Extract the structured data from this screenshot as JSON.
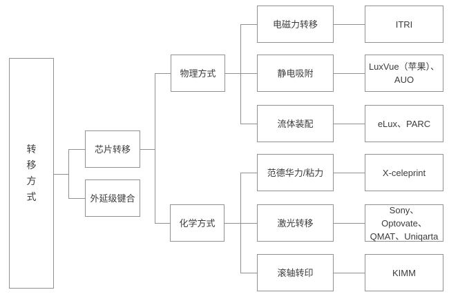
{
  "colors": {
    "background": "#ffffff",
    "box_border": "#8f8f8f",
    "connector_line": "#8f8f8f",
    "text": "#3b3b3b"
  },
  "tree": {
    "root_label": "转移方式",
    "branches": [
      {
        "label": "芯片转移"
      },
      {
        "label": "外延级键合"
      }
    ],
    "methods": [
      {
        "label": "物理方式"
      },
      {
        "label": "化学方式"
      }
    ],
    "rows": [
      {
        "technique": "电磁力转移",
        "company": "ITRI"
      },
      {
        "technique": "静电吸附",
        "company": "LuxVue（苹果）、\nAUO"
      },
      {
        "technique": "流体装配",
        "company": "eLux、PARC"
      },
      {
        "technique": "范德华力/粘力",
        "company": "X-celeprint"
      },
      {
        "technique": "激光转移",
        "company": "Sony、Optovate、\nQMAT、Uniqarta"
      },
      {
        "technique": "滚轴转印",
        "company": "KIMM"
      }
    ]
  }
}
